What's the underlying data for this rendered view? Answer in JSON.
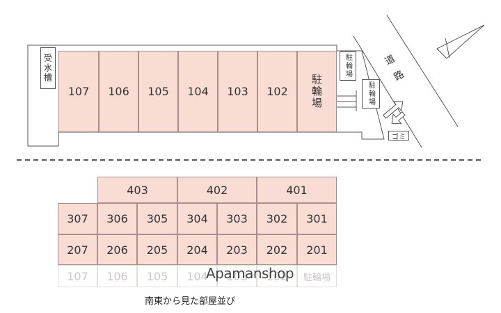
{
  "site_plan": {
    "water_tank_label": "受水槽",
    "units": [
      "107",
      "106",
      "105",
      "104",
      "103",
      "102"
    ],
    "parking_label": "駐輪場",
    "small_parking_label_1": "駐輪場",
    "small_parking_label_2": "駐輪場",
    "road_label": "道路",
    "trash_label": "ゴミ"
  },
  "elevation": {
    "floor4": [
      "403",
      "402",
      "401"
    ],
    "floor3": [
      "307",
      "306",
      "305",
      "304",
      "303",
      "302",
      "301"
    ],
    "floor2": [
      "207",
      "206",
      "205",
      "204",
      "203",
      "202",
      "201"
    ],
    "floor1": [
      "107",
      "106",
      "105",
      "104",
      "103",
      "102",
      "駐輪場"
    ],
    "caption": "南東から見た部屋並び"
  },
  "watermark": "Apamanshop",
  "colors": {
    "unit_fill": "#f9dcd3",
    "unit_border": "#a98e8e",
    "line": "#555555"
  }
}
